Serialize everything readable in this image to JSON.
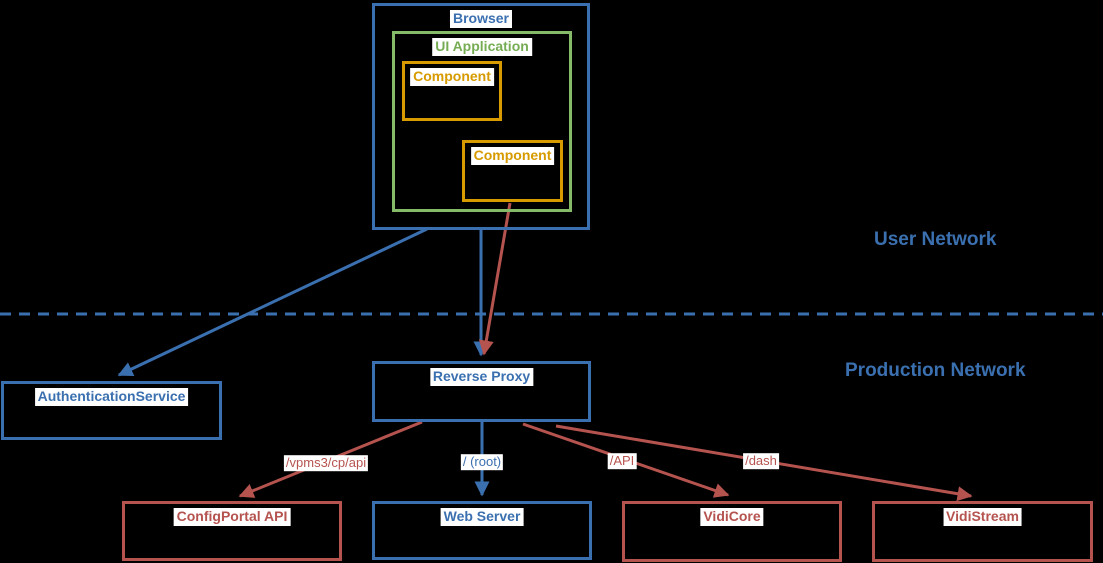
{
  "diagram": {
    "type": "network-architecture",
    "colors": {
      "background": "#000000",
      "blue": "#3b70b0",
      "green": "#85ba68",
      "orange": "#d79b00",
      "red": "#b5534f",
      "label_background": "#ffffff"
    },
    "zones": {
      "user_network": {
        "label": "User Network"
      },
      "production_network": {
        "label": "Production Network"
      }
    },
    "nodes": {
      "browser": {
        "label": "Browser"
      },
      "ui_application": {
        "label": "UI Application"
      },
      "component_top": {
        "label": "Component"
      },
      "component_bottom": {
        "label": "Component"
      },
      "authentication_service": {
        "label": "AuthenticationService"
      },
      "reverse_proxy": {
        "label": "Reverse Proxy"
      },
      "configportal_api": {
        "label": "ConfigPortal API"
      },
      "web_server": {
        "label": "Web Server"
      },
      "vidicore": {
        "label": "VidiCore"
      },
      "vidistream": {
        "label": "VidiStream"
      }
    },
    "edges": {
      "browser_to_auth": {
        "label": ""
      },
      "browser_to_proxy": {
        "label": ""
      },
      "component_to_proxy": {
        "label": ""
      },
      "proxy_to_configportal": {
        "label": "/vpms3/cp/api"
      },
      "proxy_to_webserver": {
        "label": "/ (root)"
      },
      "proxy_to_vidicore": {
        "label": "/API"
      },
      "proxy_to_vidistream": {
        "label": "/dash"
      }
    }
  }
}
